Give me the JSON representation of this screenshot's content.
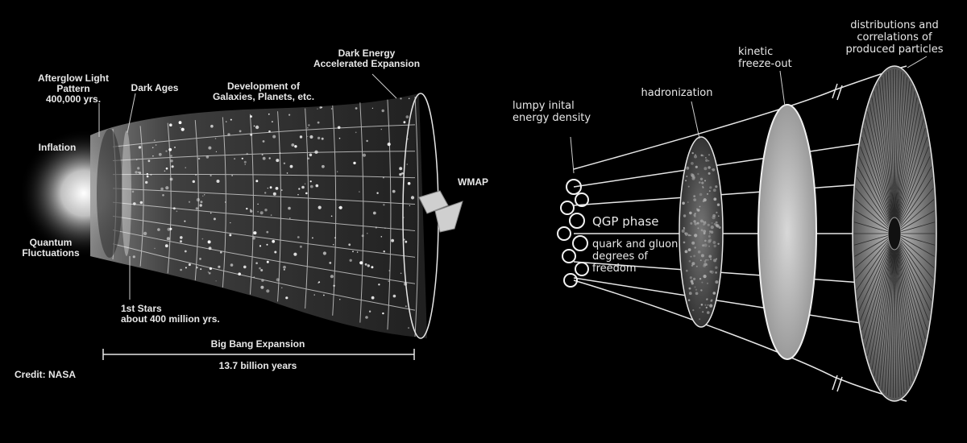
{
  "left_panel": {
    "labels": {
      "afterglow": "Afterglow Light\nPattern\n400,000 yrs.",
      "dark_ages": "Dark Ages",
      "development": "Development of\nGalaxies, Planets, etc.",
      "dark_energy": "Dark Energy\nAccelerated Expansion",
      "inflation": "Inflation",
      "quantum": "Quantum\nFluctuations",
      "first_stars": "1st Stars\nabout 400 million yrs.",
      "wmap": "WMAP",
      "expansion": "Big Bang Expansion",
      "years": "13.7 billion years",
      "credit": "Credit: NASA"
    }
  },
  "right_panel": {
    "labels": {
      "lumpy": "lumpy inital\nenergy density",
      "hadronization": "hadronization",
      "kinetic": "kinetic\nfreeze-out",
      "distributions": "distributions and\ncorrelations of\nproduced particles",
      "qgp": "QGP phase",
      "quark": "quark and gluon\ndegrees of\nfreedom"
    }
  },
  "colors": {
    "background": "#000000",
    "line": "#e6e6e6",
    "text": "#e8e8e8"
  }
}
